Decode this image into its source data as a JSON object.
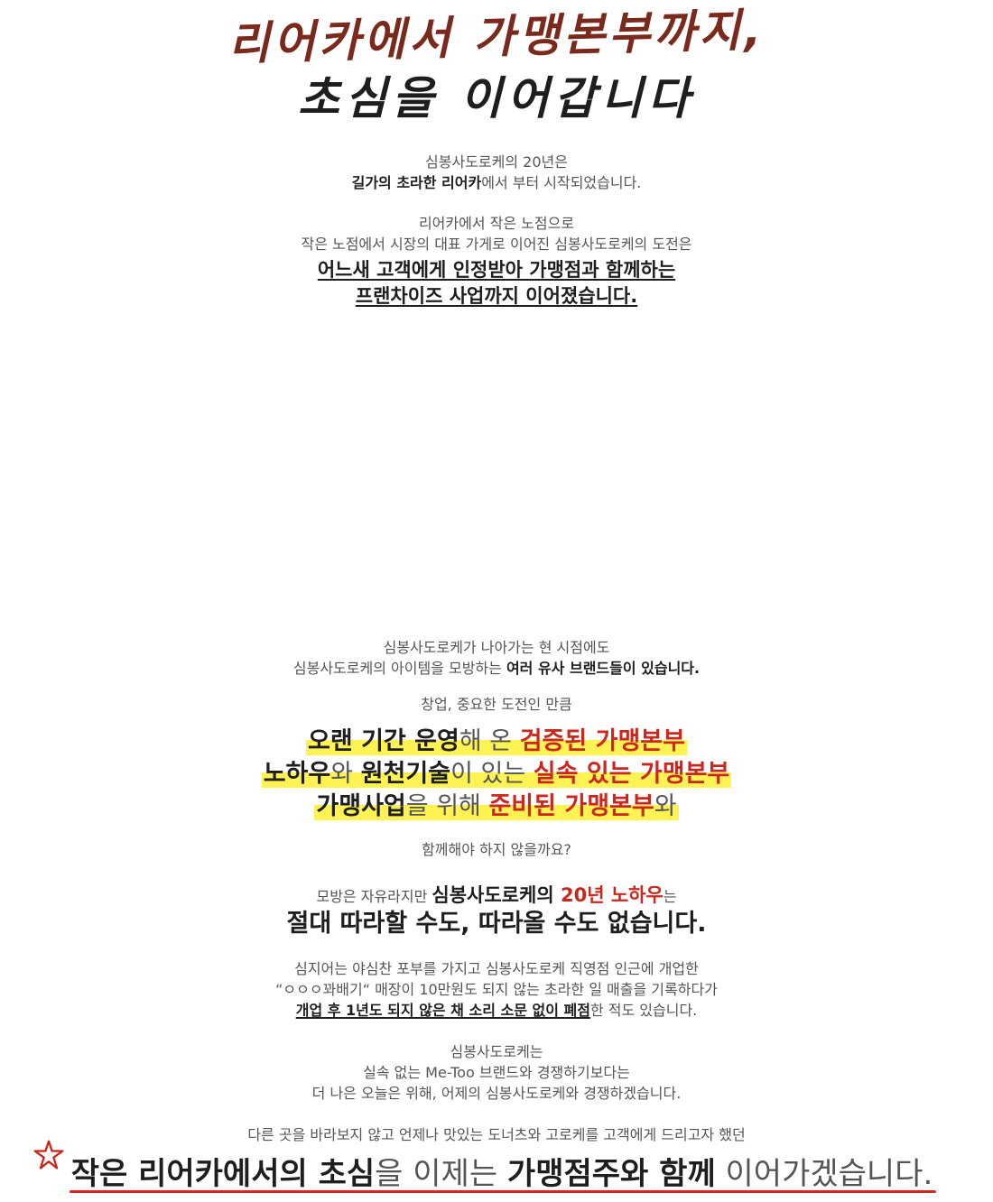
{
  "colors": {
    "brown": "#7a2a1c",
    "black": "#1e1e1e",
    "gray": "#555555",
    "red": "#c8281e",
    "highlight": "#fff24a"
  },
  "heading": {
    "line1": "리어카에서 가맹본부까지,",
    "line2": "초심을 이어갑니다"
  },
  "intro": {
    "p1_a": "심봉사도로케의 20년은",
    "p1_b_bold": "길가의 초라한 리어카",
    "p1_b_rest": "에서 부터 시작되었습니다.",
    "p2_a": "리어카에서 작은 노점으로",
    "p2_b": "작은 노점에서 시장의 대표 가게로 이어진 심봉사도로케의 도전은",
    "p2_c": "어느새 고객에게 인정받아 가맹점과 함께하는",
    "p2_d": "프랜차이즈 사업까지 이어졌습니다."
  },
  "brands": {
    "l1": "심봉사도로케가 나아가는 현 시점에도",
    "l2_a": "심봉사도로케의 아이템을 모방하는 ",
    "l2_b": "여러 유사 브랜드들이 있습니다.",
    "l3": "창업, 중요한 도전인 만큼"
  },
  "highlights": {
    "r1_a": "오랜 기간 운영",
    "r1_b": "해 온 ",
    "r1_c": "검증된 가맹본부",
    "r2_a": "노하우",
    "r2_b": "와 ",
    "r2_c": "원천기술",
    "r2_d": "이 있는 ",
    "r2_e": "실속 있는 가맹본부",
    "r3_a": "가맹사업",
    "r3_b": "을 위해 ",
    "r3_c": "준비된 가맹본부",
    "r3_d": "와",
    "after": "함께해야 하지 않을까요?"
  },
  "copy": {
    "l1_a": "모방은 자유라지만 ",
    "l1_b": "심봉사도로케의 ",
    "l1_c": "20년 노하우",
    "l1_d": "는",
    "l2": "절대 따라할 수도, 따라올 수도 없습니다."
  },
  "story": {
    "l1": "심지어는 야심찬 포부를 가지고 심봉사도로케 직영점 인근에 개업한",
    "l2": "“ㅇㅇㅇ꽈배기“ 매장이 10만원도 되지 않는 초라한 일 매출을 기록하다가",
    "l3_a": "개업 후 1년도 되지 않은 채 소리 소문 없이 폐점",
    "l3_b": "한 적도 있습니다."
  },
  "closing": {
    "l1": "심봉사도로케는",
    "l2": "실속 없는 Me-Too 브랜드와 경쟁하기보다는",
    "l3": "더 나은 오늘은 위해, 어제의 심봉사도로케와 경쟁하겠습니다.",
    "l4": "다른 곳을 바라보지 않고 언제나 맛있는 도너츠와 고로케를 고객에게 드리고자 했던"
  },
  "final": {
    "a": "작은 리어카에서의 초심",
    "b": "을 이제는 ",
    "c": "가맹점주와 함께",
    "d": " 이어가겠습니다."
  }
}
